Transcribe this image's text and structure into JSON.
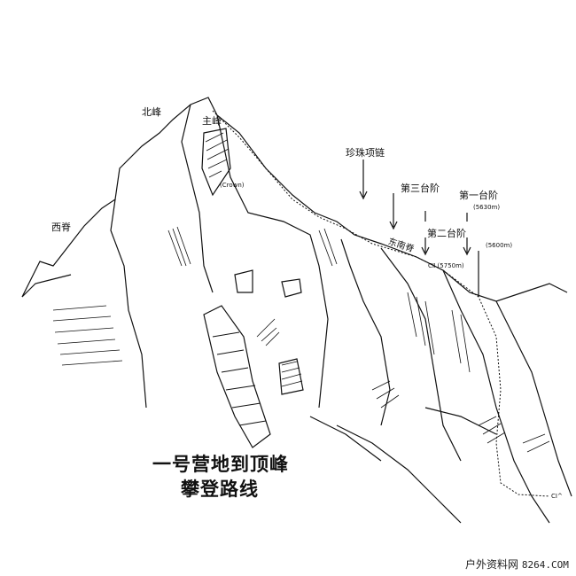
{
  "labels": {
    "main_peak": "主峰",
    "north_peak": "北峰",
    "west_ridge": "西脊",
    "crown": "(Crown)",
    "pearl_necklace": "珍珠项链",
    "third_step": "第三台阶",
    "first_step": "第一台阶",
    "first_step_alt": "(5630m)",
    "second_step": "第二台阶",
    "second_step_alt": "(5600m)",
    "southeast_ridge": "东南脊",
    "camp2": "CⅡ (5750m)",
    "camp1": "CⅠ^"
  },
  "title": {
    "line1": "一号营地到顶峰",
    "line2": "攀登路线"
  },
  "watermark": {
    "site": "户外资料网",
    "domain": "8264.COM"
  }
}
